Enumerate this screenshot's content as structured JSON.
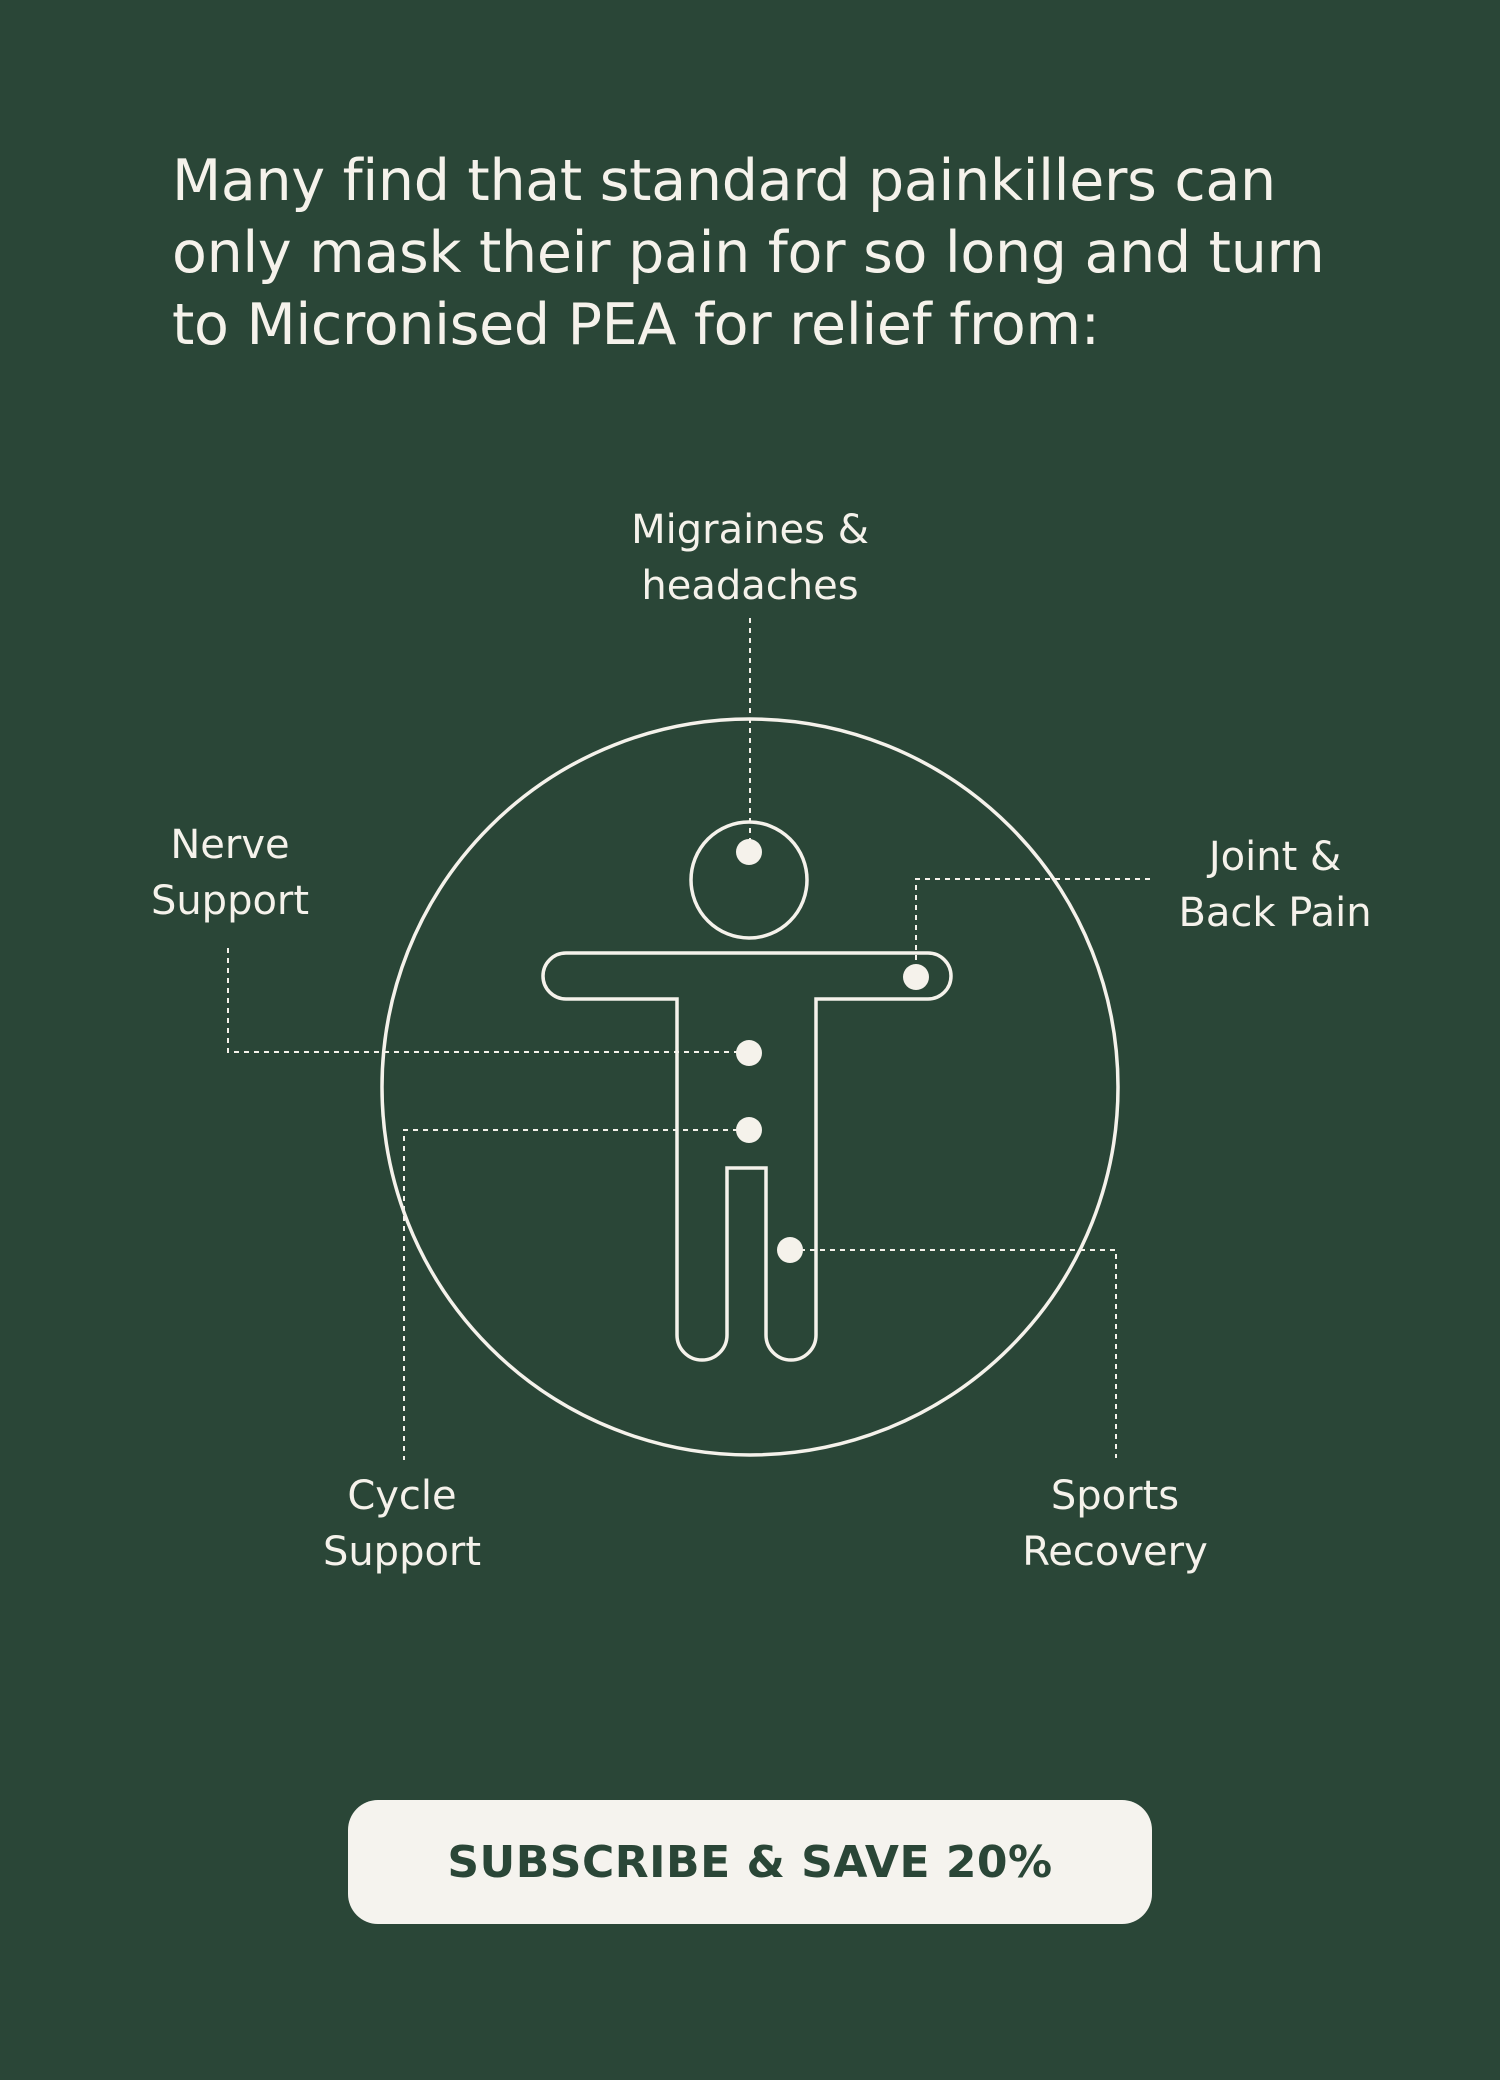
{
  "headline": "Many find that standard painkillers can only mask their pain for so long and turn to Micronised PEA for relief from:",
  "labels": {
    "migraines": [
      "Migraines &",
      "headaches"
    ],
    "nerve": [
      "Nerve",
      "Support"
    ],
    "joint": [
      "Joint &",
      "Back Pain"
    ],
    "cycle": [
      "Cycle",
      "Support"
    ],
    "sports": [
      "Sports",
      "Recovery"
    ]
  },
  "cta": {
    "label": "SUBSCRIBE & SAVE 20%"
  },
  "colors": {
    "background": "#2a4637",
    "foreground": "#f5f2eb",
    "button": "#f5f3ee",
    "button_text": "#2a4637"
  },
  "icons": [
    "human-figure-icon",
    "circle-outline"
  ]
}
